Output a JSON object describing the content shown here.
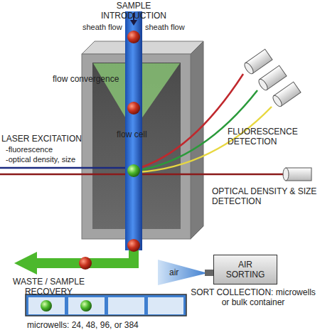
{
  "diagram": {
    "nodes": [
      {
        "text": [
          "AIR SORTING"
        ]
      }
    ],
    "labels": [
      "SAMPLE INTRODUCTION",
      "sheath flow",
      "sheath flow",
      "flow convergence",
      "flow cell",
      "LASER EXCITATION",
      "-fluorescence",
      "-optical density, size",
      "FLUORESCENCE DETECTION",
      "OPTICAL DENSITY & SIZE DETECTION",
      "air",
      "WASTE / SAMPLE RECOVERY",
      "SORT COLLECTION: microwells or bulk container",
      "microwells: 24, 48, 96, or 384"
    ]
  }
}
